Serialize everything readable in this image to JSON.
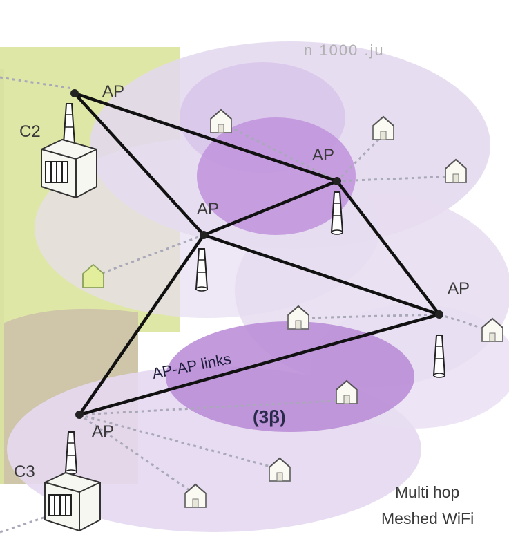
{
  "top_fragment": "n 1000 .ju",
  "labels": {
    "ap": "AP",
    "c2": "C2",
    "c3": "C3",
    "ap_ap_links": "AP-AP links",
    "beta": "(3β)",
    "caption_line1": "Multi hop",
    "caption_line2": "Meshed WiFi"
  },
  "colors": {
    "zone_green": "#dfe7a6",
    "zone_tan": "#cfc5a9",
    "coverage_light": "#e6dcf0",
    "coverage_dark": "#b889d6",
    "link": "#111111"
  }
}
